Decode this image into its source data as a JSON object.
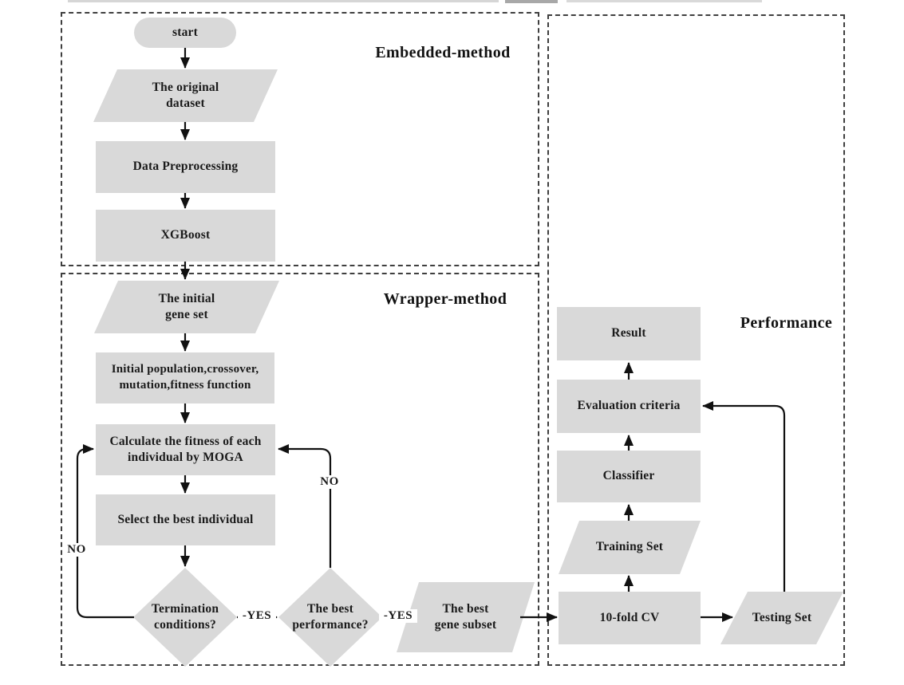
{
  "sections": {
    "embedded": {
      "title": "Embedded-method"
    },
    "wrapper": {
      "title": "Wrapper-method"
    },
    "performance": {
      "title": "Performance"
    }
  },
  "nodes": {
    "start": "start",
    "original_dataset": "The original\ndataset",
    "data_preprocessing": "Data Preprocessing",
    "xgboost": "XGBoost",
    "initial_gene_set": "The initial\ngene set",
    "initial_population": "Initial population,crossover,\nmutation,fitness function",
    "calculate_fitness": "Calculate the fitness of each\nindividual by MOGA",
    "select_best": "Select the best individual",
    "termination": "Termination\nconditions?",
    "best_performance": "The best\nperformance?",
    "best_gene_subset": "The best\ngene subset",
    "result": "Result",
    "evaluation_criteria": "Evaluation criteria",
    "classifier": "Classifier",
    "training_set": "Training Set",
    "ten_fold_cv": "10-fold CV",
    "testing_set": "Testing Set"
  },
  "edge_labels": {
    "yes_termination": "-YES",
    "yes_performance": "-YES",
    "no_left": "NO",
    "no_right": "NO"
  },
  "colors": {
    "shape_fill": "#d9d9d9",
    "line": "#111111",
    "section_border": "#3f3f3f",
    "text": "#1a1a1a"
  }
}
